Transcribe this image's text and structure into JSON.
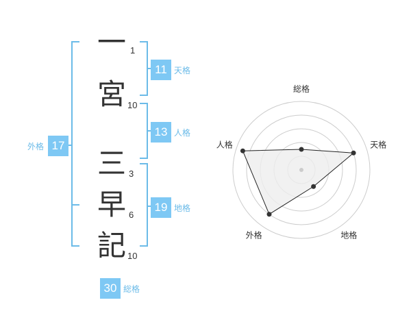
{
  "name": {
    "characters": [
      {
        "char": "一",
        "strokes": "1"
      },
      {
        "char": "宮",
        "strokes": "10"
      },
      {
        "char": "三",
        "strokes": "3"
      },
      {
        "char": "早",
        "strokes": "6"
      },
      {
        "char": "記",
        "strokes": "10"
      }
    ]
  },
  "fortunes": {
    "tenkaku": {
      "value": "11",
      "label": "天格"
    },
    "jinkaku": {
      "value": "13",
      "label": "人格"
    },
    "chikaku": {
      "value": "19",
      "label": "地格"
    },
    "gaikaku": {
      "value": "17",
      "label": "外格"
    },
    "soukaku": {
      "value": "30",
      "label": "総格"
    }
  },
  "colors": {
    "accent": "#7ec8f4",
    "bracket": "#6bbbe8",
    "text": "#333333"
  },
  "chart_data": {
    "type": "radar",
    "axes": [
      "総格",
      "天格",
      "地格",
      "外格",
      "人格"
    ],
    "values": [
      1.5,
      4,
      1.5,
      4,
      4.5
    ],
    "rmax": 5,
    "rings": 5
  }
}
